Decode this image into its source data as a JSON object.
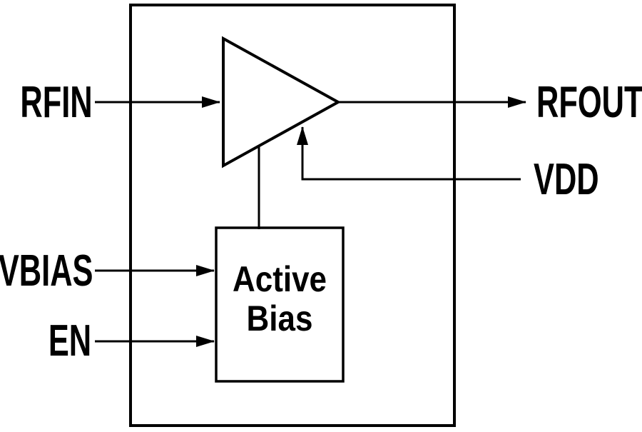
{
  "diagram": {
    "background_color": "#ffffff",
    "line_color": "#000000",
    "ports": {
      "rfin": {
        "label": "RFIN"
      },
      "rfout": {
        "label": "RFOUT"
      },
      "vdd": {
        "label": "VDD"
      },
      "vbias": {
        "label": "VBIAS"
      },
      "en": {
        "label": "EN"
      }
    },
    "blocks": {
      "chip": {
        "description": "outer boundary rectangle"
      },
      "amplifier": {
        "symbol": "triangle"
      },
      "active_bias": {
        "label_line1": "Active",
        "label_line2": "Bias"
      }
    },
    "connections": [
      {
        "from": "RFIN",
        "to": "amplifier",
        "arrow": true
      },
      {
        "from": "amplifier",
        "to": "RFOUT",
        "arrow": true
      },
      {
        "from": "VDD",
        "to": "amplifier",
        "arrow": true
      },
      {
        "from": "active_bias",
        "to": "amplifier",
        "arrow": false
      },
      {
        "from": "VBIAS",
        "to": "active_bias",
        "arrow": true
      },
      {
        "from": "EN",
        "to": "active_bias",
        "arrow": true
      }
    ]
  }
}
